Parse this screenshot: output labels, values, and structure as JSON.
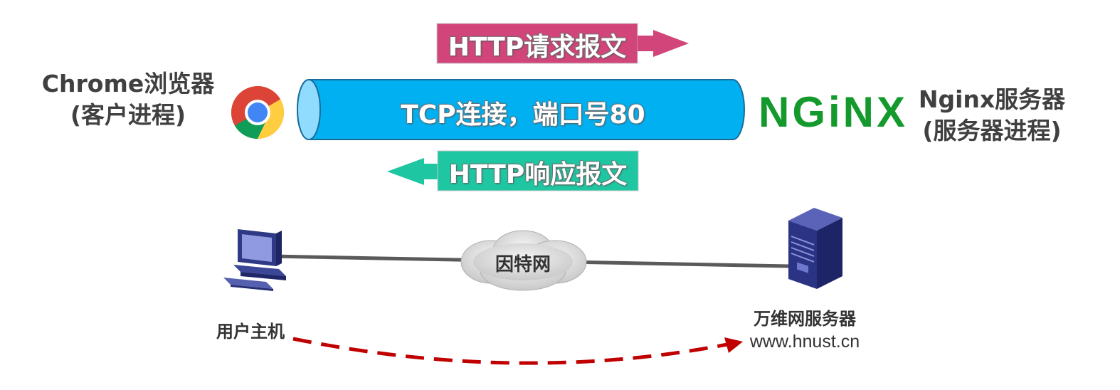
{
  "client": {
    "line1": "Chrome浏览器",
    "line2": "(客户进程)",
    "icon": "chrome-logo-icon"
  },
  "server": {
    "line1": "Nginx服务器",
    "line2": "(服务器进程)",
    "logo_text": "NGiNX",
    "logo_color": "#149a2c"
  },
  "request": {
    "label": "HTTP请求报文",
    "color": "#d2457a"
  },
  "response": {
    "label": "HTTP响应报文",
    "color": "#1ec7a2"
  },
  "tcp": {
    "label": "TCP连接，端口号80",
    "color": "#00b0f0"
  },
  "network": {
    "internet_label": "因特网",
    "host_label": "用户主机",
    "web_server_label": "万维网服务器",
    "web_server_url": "www.hnust.cn",
    "path_color": "#c00000"
  }
}
